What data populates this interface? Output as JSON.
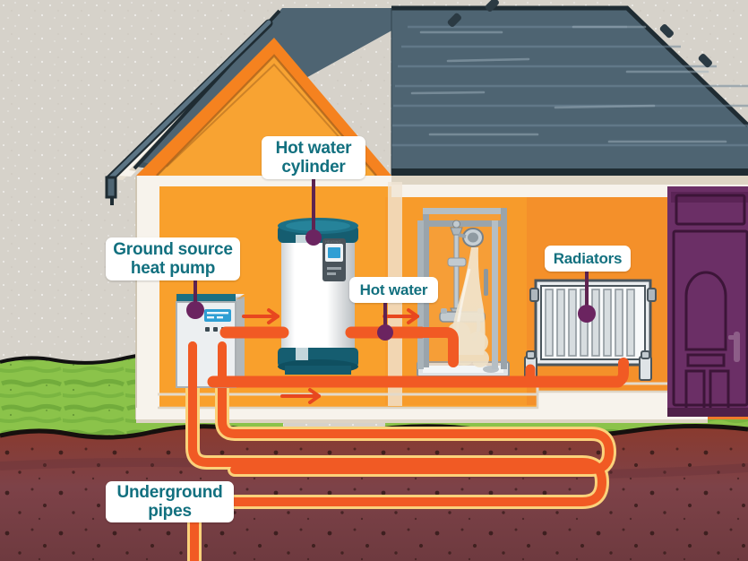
{
  "diagram": {
    "title": "Ground source heat pump home heating system cutaway",
    "labels": [
      {
        "id": "hot-water-cylinder",
        "text": "Hot water\ncylinder"
      },
      {
        "id": "ground-source-heat-pump",
        "text": "Ground source\nheat pump"
      },
      {
        "id": "hot-water",
        "text": "Hot water"
      },
      {
        "id": "radiators",
        "text": "Radiators"
      },
      {
        "id": "underground-pipes",
        "text": "Underground\npipes"
      }
    ],
    "colors": {
      "label_text": "#12707f",
      "label_bg": "#ffffff",
      "leader_line": "#5e2350",
      "sky": "#d6d2ca",
      "roof": "#4e6472",
      "wall_exterior_orange": "#f5821f",
      "wall_interior_light": "#f9a02c",
      "wall_interior_dark": "#ef7a2a",
      "gable_yellow": "#f6a623",
      "grass": "#7cb342",
      "soil": "#7a3c33",
      "pipe_orange": "#f15a24",
      "pipe_highlight": "#fbb03b",
      "door_purple": "#6b2f66",
      "cylinder_band": "#155d70",
      "trim_cream": "#f4efe7",
      "arrow": "#e8471f"
    },
    "components": [
      "roof",
      "gutter",
      "downpipe",
      "gable-wall",
      "front-door",
      "heat-pump-unit",
      "hot-water-cylinder",
      "shower-cubicle",
      "radiator",
      "flow-pipes",
      "flow-arrows",
      "ground-loop"
    ]
  }
}
